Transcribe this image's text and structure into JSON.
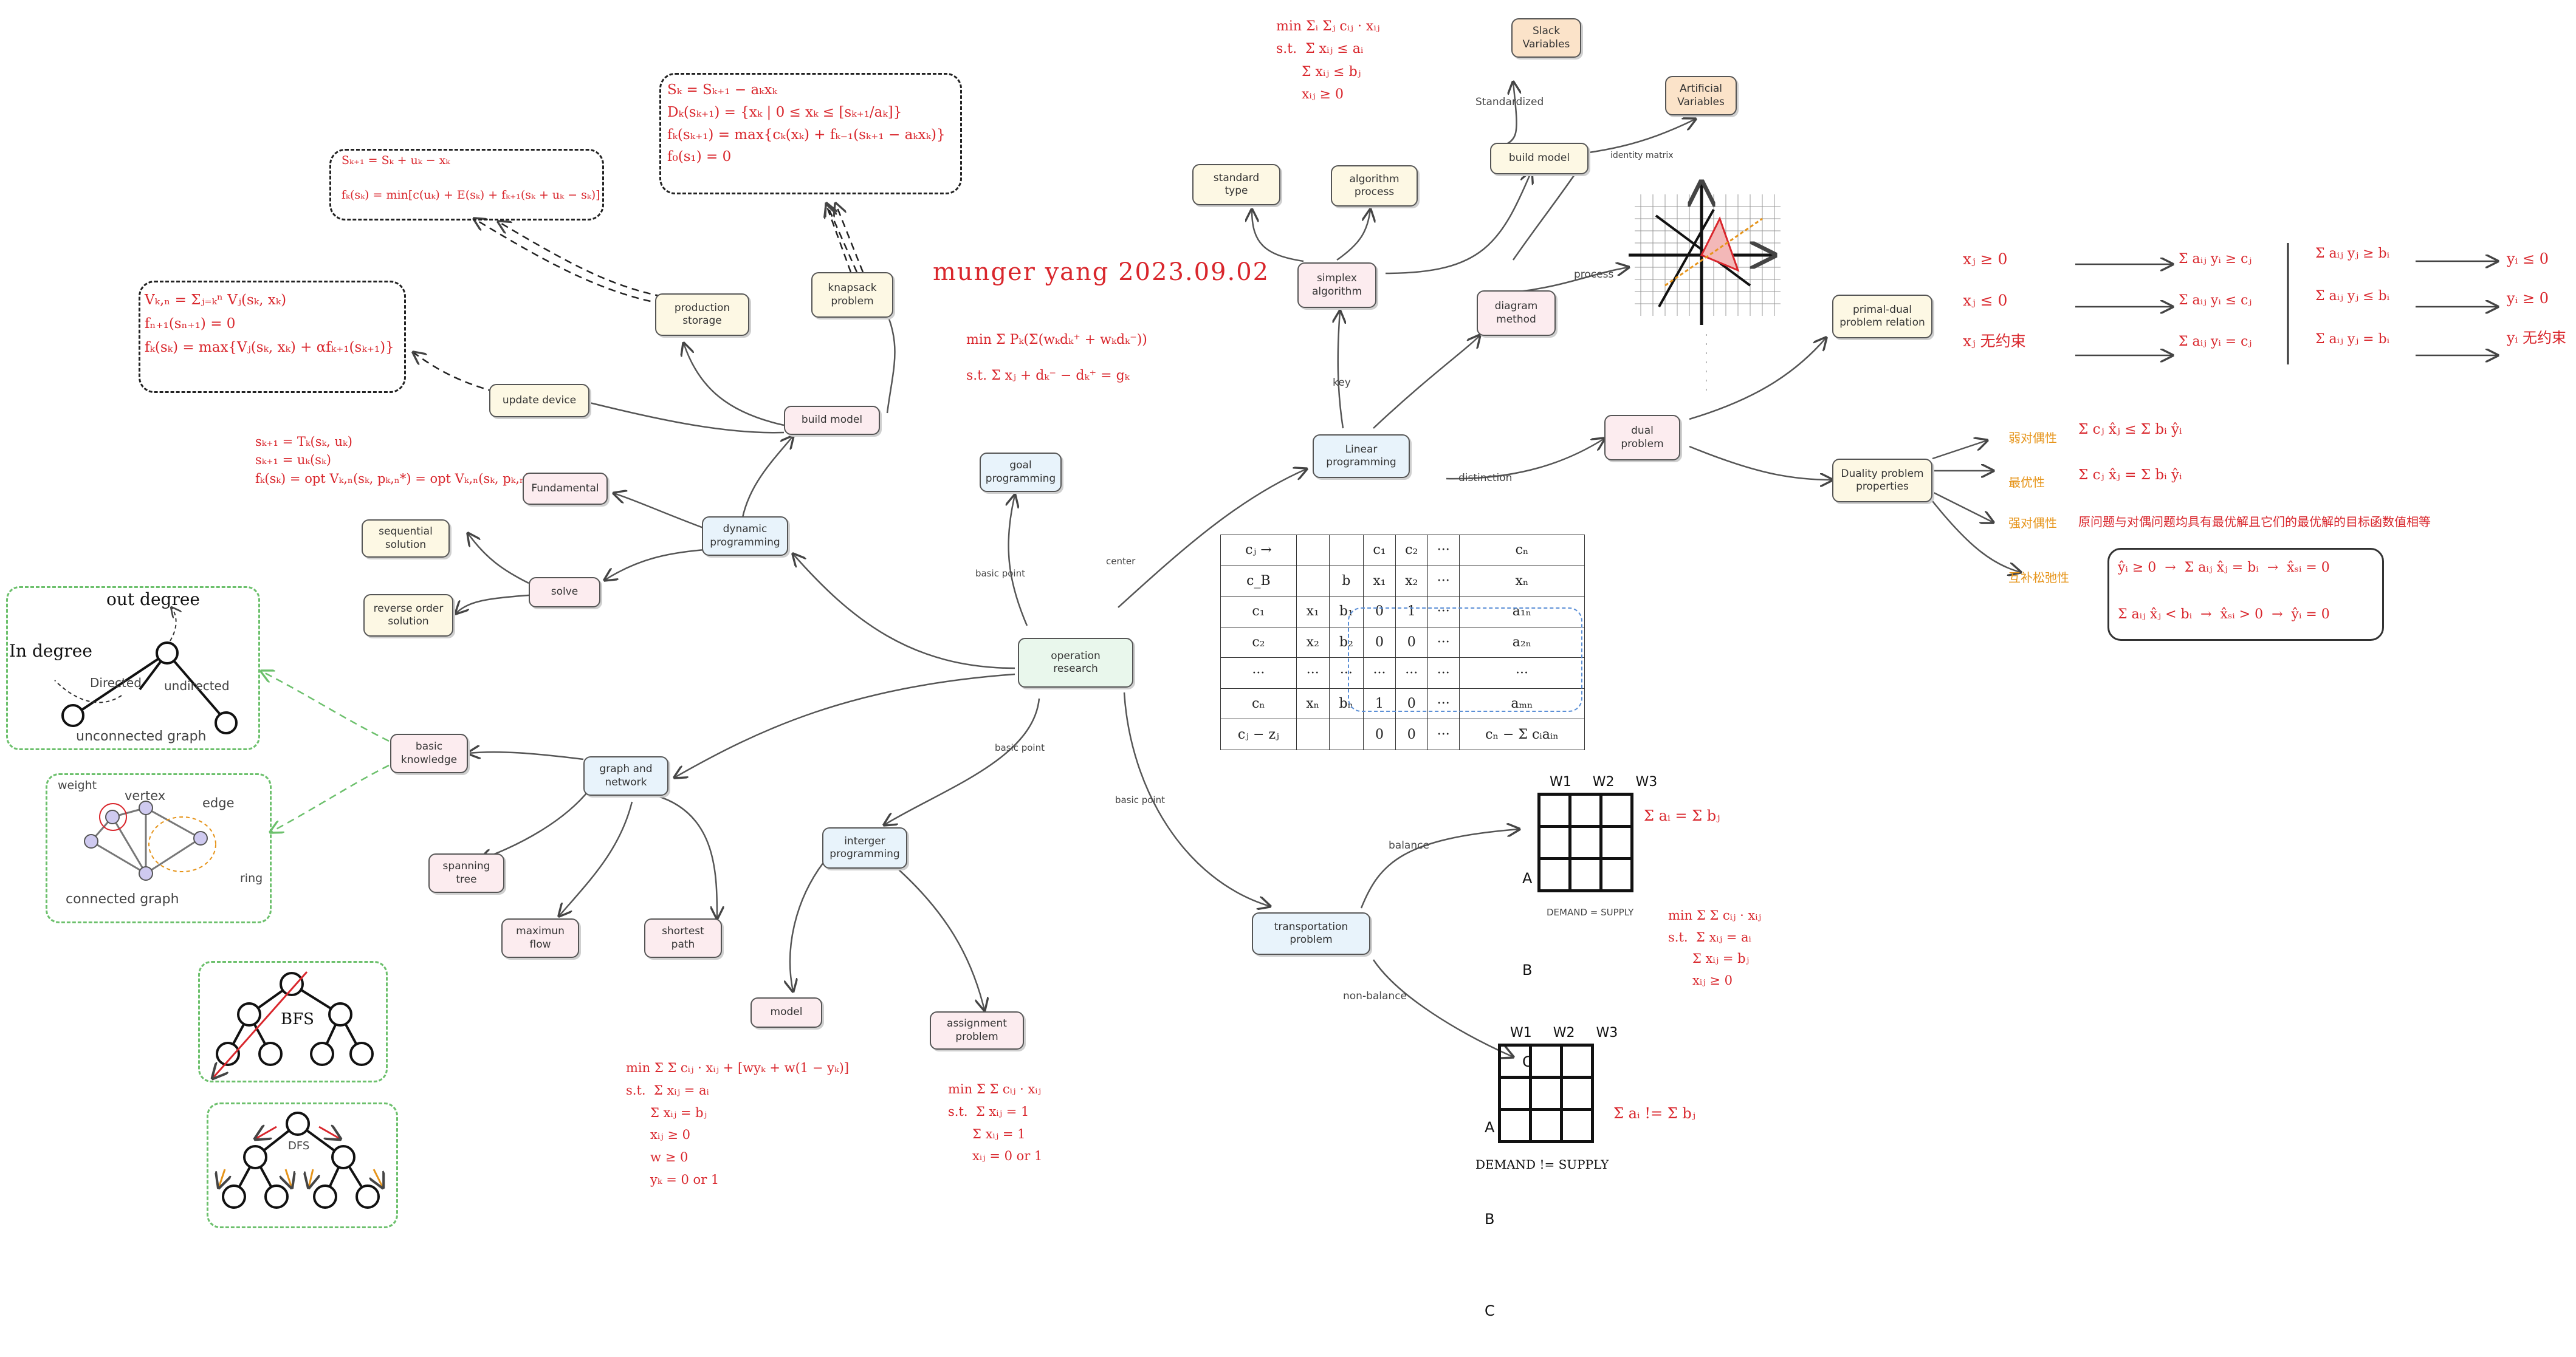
{
  "title": "munger yang 2023.09.02",
  "nodes": {
    "center": "operation\nresearch",
    "lp": "Linear\nprogramming",
    "simplex": "simplex\nalgorithm",
    "standard_type": "standard\ntype",
    "algorithm_process": "algorithm\nprocess",
    "build_model_lp": "build model",
    "slack": "Slack\nVariables",
    "artificial": "Artificial\nVariables",
    "diagram_method": "diagram\nmethod",
    "dual_problem": "dual\nproblem",
    "primal_dual": "primal-dual\nproblem relation",
    "duality_props": "Duality problem\nproperties",
    "goal": "goal\nprogramming",
    "dynamic": "dynamic\nprogramming",
    "build_model_dp": "build model",
    "production": "production\nstorage",
    "knapsack": "knapsack\nproblem",
    "update_device": "update device",
    "fundamental": "Fundamental",
    "solve": "solve",
    "sequential": "sequential\nsolution",
    "reverse": "reverse order\nsolution",
    "graph": "graph and\nnetwork",
    "basic_knowledge": "basic\nknowledge",
    "spanning": "spanning\ntree",
    "max_flow": "maximun\nflow",
    "shortest": "shortest\npath",
    "integer": "interger\nprogramming",
    "model": "model",
    "assignment": "assignment\nproblem",
    "transport": "transportation\nproblem"
  },
  "edge_labels": {
    "center": "center",
    "basic_point": "basic point",
    "key": "key",
    "distinction": "distinction",
    "process": "process",
    "standardized": "Standardized",
    "identity_matrix": "identity matrix",
    "balance": "balance",
    "non_balance": "non-balance"
  },
  "graph_labels": {
    "out_degree": "out degree",
    "in_degree": "In degree",
    "directed": "Directed",
    "undirected": "undirected",
    "unconnected": "unconnected graph",
    "weight": "weight",
    "vertex": "vertex",
    "edge": "edge",
    "ring": "ring",
    "connected": "connected graph",
    "bfs": "BFS",
    "dfs": "DFS"
  },
  "duality": {
    "weak": "弱对偶性",
    "optimal": "最优性",
    "strong": "强对偶性",
    "strong_desc": "原问题与对偶问题均具有最优解且它们的最优解的目标函数值相等",
    "slack": "互补松弛性"
  },
  "transport": {
    "cols": [
      "W1",
      "W2",
      "W3"
    ],
    "rows": [
      "A",
      "B",
      "C"
    ],
    "demand_eq": "DEMAND = SUPPLY",
    "demand_neq": "DEMAND != SUPPLY"
  },
  "formulas": {
    "dp_box1": "Sₖ₊₁ = Sₖ + uₖ − xₖ\n\nfₖ(sₖ) = min[c(uₖ) + E(sₖ) + fₖ₊₁(sₖ + uₖ − sₖ)]",
    "dp_box2": "Sₖ = Sₖ₊₁ − aₖxₖ\nDₖ(sₖ₊₁) = {xₖ | 0 ≤ xₖ ≤ [sₖ₊₁/aₖ]}\nfₖ(sₖ₊₁) = max{cₖ(xₖ) + fₖ₋₁(sₖ₊₁ − aₖxₖ)}\nf₀(s₁) = 0",
    "dp_box3": "Vₖ,ₙ = Σⱼ₌ₖⁿ Vⱼ(sₖ, xₖ)\nfₙ₊₁(sₙ₊₁) = 0\nfₖ(sₖ) = max{Vⱼ(sₖ, xₖ) + αfₖ₊₁(sₖ₊₁)}",
    "dp_plain": "sₖ₊₁ = Tₖ(sₖ, uₖ)\nsₖ₊₁ = uₖ(sₖ)\nfₖ(sₖ) = opt Vₖ,ₙ(sₖ, pₖ,ₙ*) = opt Vₖ,ₙ(sₖ, pₖ,ₙ)",
    "goal": "min Σ Pₖ(Σ(wₖdₖ⁺ + wₖdₖ⁻))\n\ns.t. Σ xⱼ + dₖ⁻ − dₖ⁺ = gₖ",
    "simplex": "min Σᵢ Σⱼ cᵢⱼ · xᵢⱼ\ns.t.  Σ xᵢⱼ ≤ aᵢ\n      Σ xᵢⱼ ≤ bⱼ\n      xᵢⱼ ≥ 0",
    "integer": "min Σ Σ cᵢⱼ · xᵢⱼ + [wyₖ + w(1 − yₖ)]\ns.t.  Σ xᵢⱼ = aᵢ\n      Σ xᵢⱼ = bⱼ\n      xᵢⱼ ≥ 0\n      w ≥ 0\n      yₖ = 0 or 1",
    "assignment": "min Σ Σ cᵢⱼ · xᵢⱼ\ns.t.  Σ xᵢⱼ = 1\n      Σ xᵢⱼ = 1\n      xᵢⱼ = 0 or 1",
    "transport_balance": "Σ aᵢ = Σ bⱼ",
    "transport_model": "min Σ Σ cᵢⱼ · xᵢⱼ\ns.t.  Σ xᵢⱼ = aᵢ\n      Σ xᵢⱼ = bⱼ\n      xᵢⱼ ≥ 0",
    "transport_nonbalance": "Σ aᵢ != Σ bⱼ",
    "pd_left": "xⱼ ≥ 0\n\nxⱼ ≤ 0\n\nxⱼ 无约束",
    "pd_mid": "Σ aᵢⱼ yᵢ ≥ cⱼ\n\nΣ aᵢⱼ yᵢ ≤ cⱼ\n\nΣ aᵢⱼ yᵢ = cⱼ",
    "pd_mid2": "Σ aᵢⱼ yⱼ ≥ bᵢ\n\nΣ aᵢⱼ yⱼ ≤ bᵢ\n\nΣ aᵢⱼ yⱼ = bᵢ",
    "pd_right": "yᵢ ≤ 0\n\nyᵢ ≥ 0\n\nyᵢ 无约束",
    "weak": "Σ cⱼ x̂ⱼ ≤ Σ bᵢ ŷᵢ",
    "optimal": "Σ cⱼ x̂ⱼ = Σ bᵢ ŷᵢ",
    "slack1": "ŷᵢ ≥ 0  →  Σ aᵢⱼ x̂ⱼ = bᵢ  →  x̂ₛᵢ = 0",
    "slack2": "Σ aᵢⱼ x̂ⱼ < bᵢ  →  x̂ₛᵢ > 0  →  ŷᵢ = 0"
  },
  "simplex_table": {
    "rows": [
      [
        "cⱼ →",
        "",
        "",
        "c₁",
        "c₂",
        "···",
        "cₙ"
      ],
      [
        "c_B",
        "",
        "b",
        "x₁",
        "x₂",
        "···",
        "xₙ"
      ],
      [
        "c₁",
        "x₁",
        "b₁",
        "0",
        "1",
        "···",
        "a₁ₙ"
      ],
      [
        "c₂",
        "x₂",
        "b₂",
        "0",
        "0",
        "···",
        "a₂ₙ"
      ],
      [
        "···",
        "···",
        "···",
        "···",
        "···",
        "···",
        "···"
      ],
      [
        "cₙ",
        "xₙ",
        "bₙ",
        "1",
        "0",
        "···",
        "aₘₙ"
      ],
      [
        "cⱼ − zⱼ",
        "",
        "",
        "0",
        "0",
        "···",
        "cₙ − Σ cᵢaᵢₙ"
      ]
    ]
  },
  "colors": {
    "accent": "#d9262c",
    "orange": "#e6941a",
    "green_dash": "#6cc06c"
  }
}
